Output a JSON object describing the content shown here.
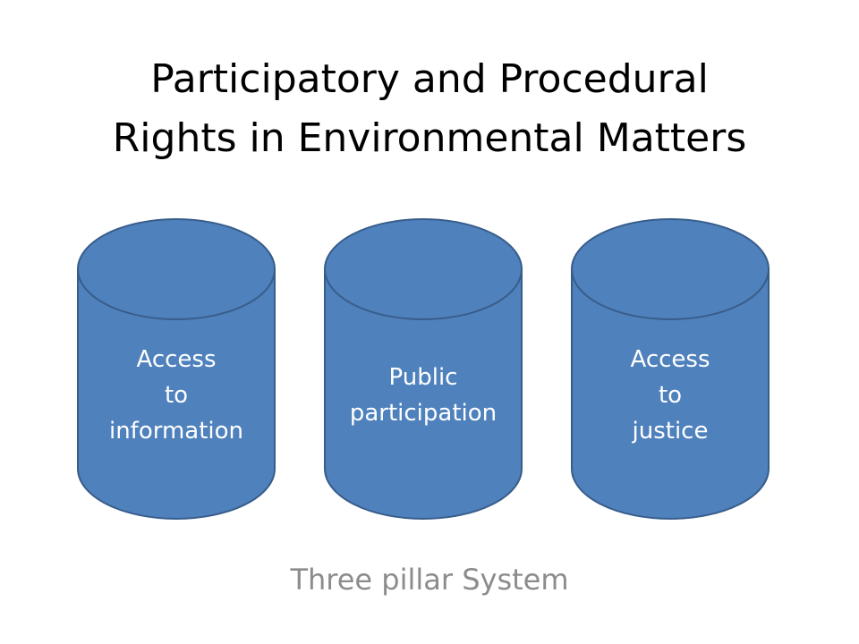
{
  "slide": {
    "title_lines": [
      "Participatory and Procedural",
      "Rights in Environmental Matters"
    ],
    "subtitle": "Three pillar System"
  },
  "pillars": [
    {
      "lines": [
        "Access",
        "to",
        "information"
      ]
    },
    {
      "lines": [
        "Public",
        "participation"
      ]
    },
    {
      "lines": [
        "Access",
        "to",
        "justice"
      ]
    }
  ],
  "colors": {
    "pillar_fill": "#4f81bd",
    "pillar_stroke": "#385d8a",
    "subtitle_text": "#8c8c8c"
  }
}
